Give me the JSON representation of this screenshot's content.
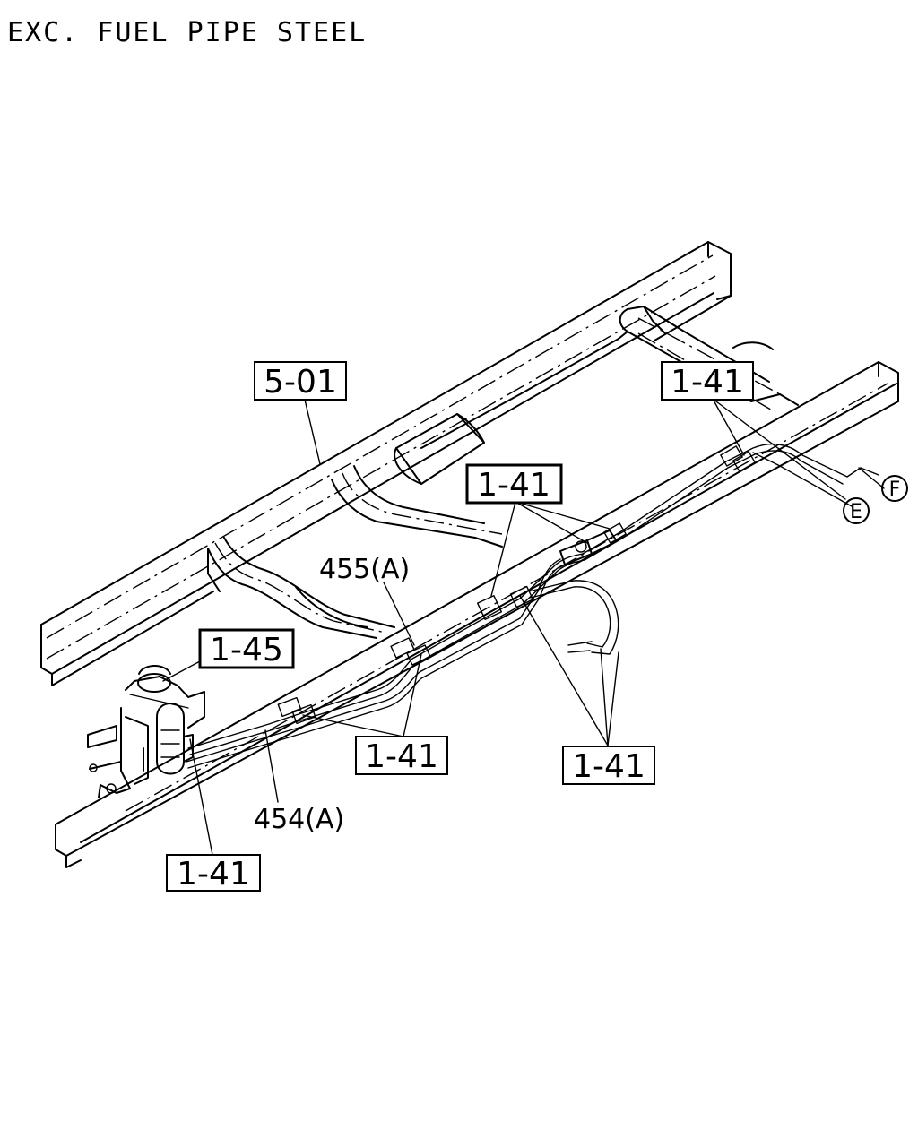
{
  "title": "EXC. FUEL PIPE STEEL",
  "callouts": {
    "frame": "5-01",
    "clip_top_right": "1-41",
    "clip_center": "1-41",
    "filter": "1-45",
    "clip_lower_center": "1-41",
    "clip_lower_right": "1-41",
    "clip_bottom_left": "1-41"
  },
  "parts": {
    "pipe_upper": "455(A)",
    "pipe_lower": "454(A)"
  },
  "connectors": {
    "e": "E",
    "f": "F"
  }
}
